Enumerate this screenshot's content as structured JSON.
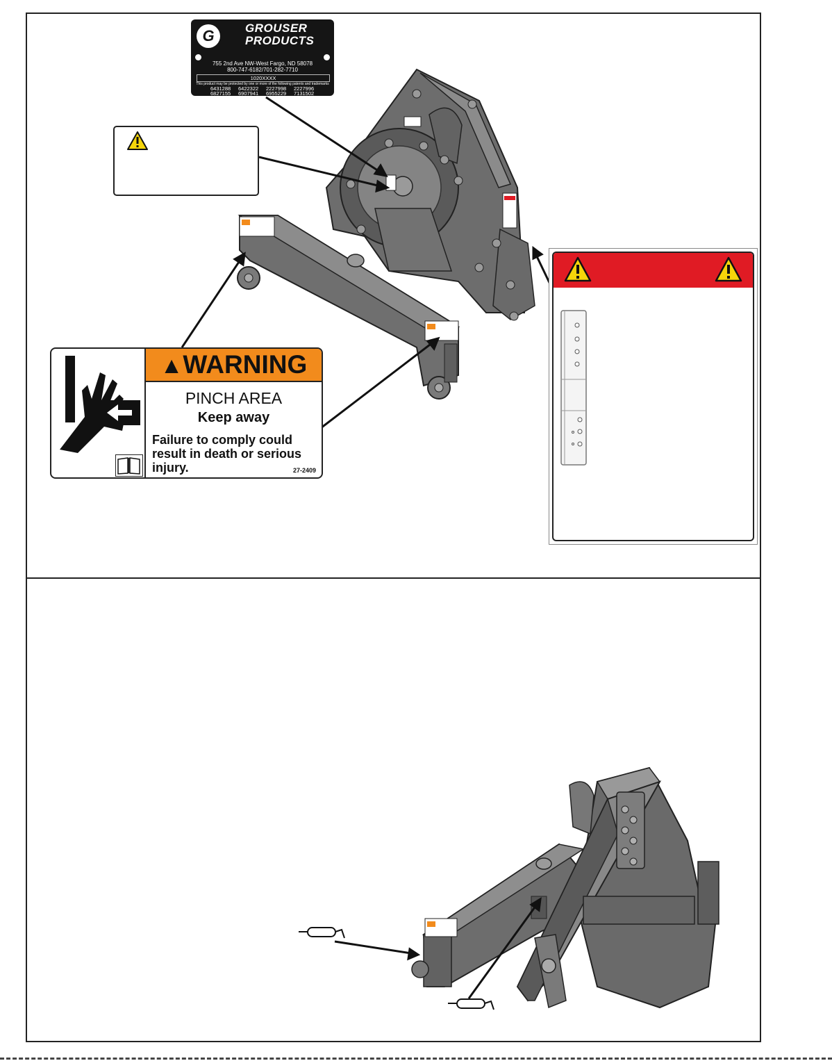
{
  "serial_plate": {
    "logo_letter": "G",
    "brand_line1": "GROUSER",
    "brand_line2": "PRODUCTS",
    "address": "755 2nd Ave NW-West Fargo, ND 58078",
    "phone": "800-747-6182/701-282-7710",
    "serial": "1020XXXX",
    "patent_note": "This product may be protected by one or more of the following patents and trademarks",
    "patents": [
      "6431288",
      "6422322",
      "2227998",
      "2227996",
      "6827155",
      "6907941",
      "6955229",
      "7131502"
    ]
  },
  "warning_decal": {
    "signal_word": "WARNING",
    "hazard": "PINCH AREA",
    "instruction": "Keep away",
    "consequence": "Failure to comply could result in death or serious injury.",
    "part_number": "27-2409"
  },
  "colors": {
    "warning_orange": "#f28b1c",
    "danger_red": "#e01b24",
    "caution_yellow": "#f5d50a",
    "steel_gray": "#7d7d7d",
    "plate_black": "#151515"
  },
  "icons": [
    "alert-triangle-icon",
    "pinch-hand-icon",
    "manual-book-icon"
  ]
}
